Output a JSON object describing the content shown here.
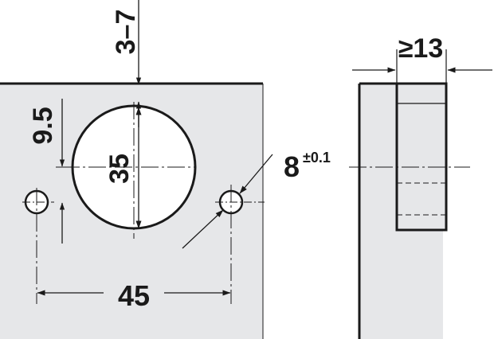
{
  "colors": {
    "panel": "#e6e7e9",
    "line": "#1a1a1a",
    "background": "#ffffff"
  },
  "dimensions": {
    "edge_offset": "3–7",
    "hole_offset": "9.5",
    "cup_diameter": "35",
    "hole_spacing": "45",
    "screw_hole_diameter": "8",
    "screw_hole_tolerance": "±0.1",
    "min_thickness": "≥13"
  }
}
